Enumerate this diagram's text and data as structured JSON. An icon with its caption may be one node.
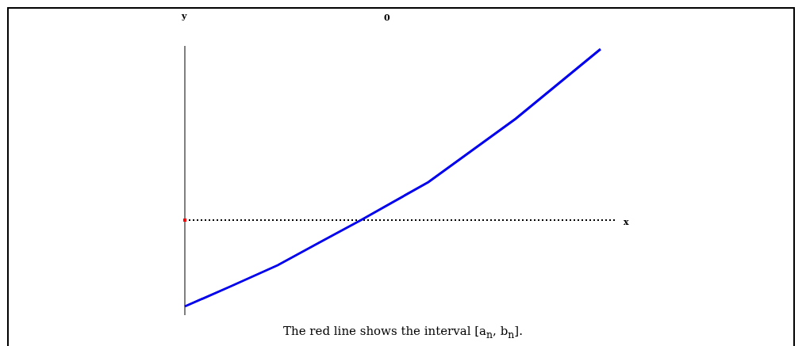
{
  "diagram": {
    "caption": "The red line shows the interval [a$_{n}$, b$_{n}$].",
    "labels": [
      "y",
      "0",
      "x"
    ]
  }
}
